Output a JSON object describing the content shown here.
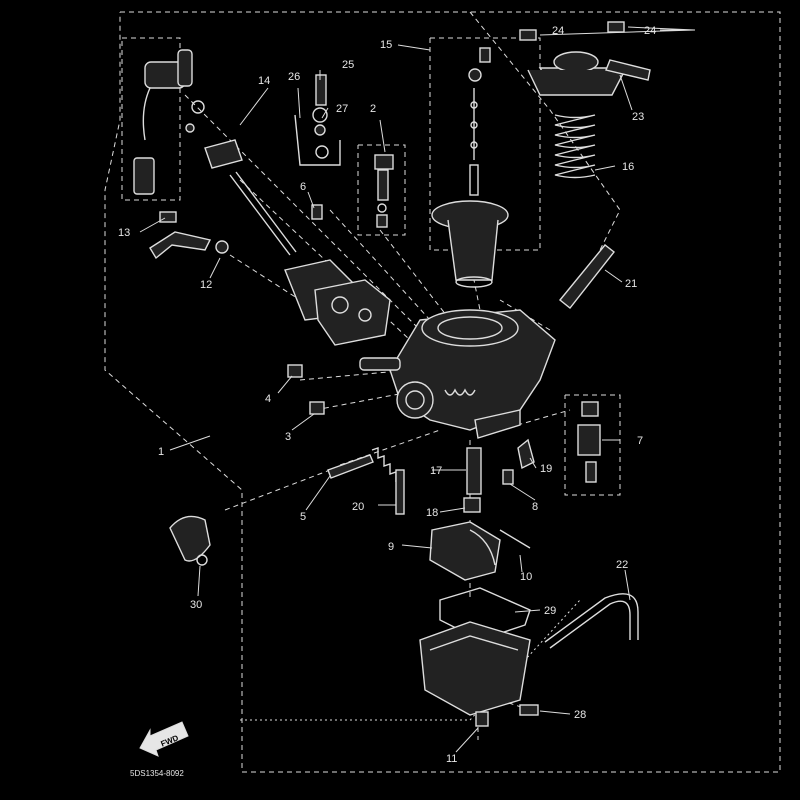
{
  "diagram": {
    "part_numbers": [
      "1",
      "2",
      "3",
      "4",
      "5",
      "6",
      "7",
      "8",
      "9",
      "10",
      "11",
      "12",
      "13",
      "14",
      "15",
      "16",
      "17",
      "18",
      "19",
      "20",
      "21",
      "22",
      "23",
      "24",
      "24",
      "25",
      "26",
      "27",
      "28",
      "29",
      "30"
    ],
    "fwd_label": "FWD",
    "drawing_code": "5DS1354-8092"
  }
}
